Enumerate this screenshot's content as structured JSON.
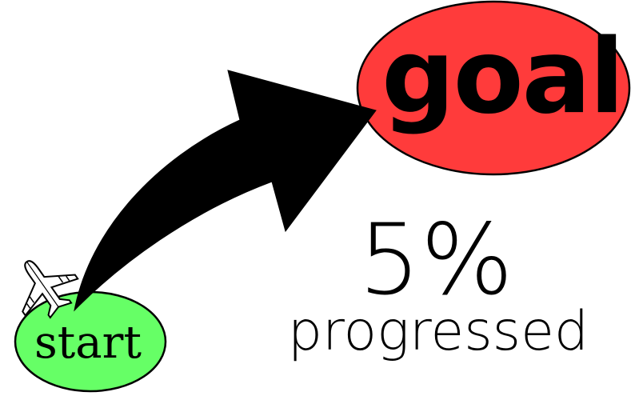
{
  "goal": {
    "label": "goal",
    "fill": "#ff3b3b"
  },
  "start": {
    "label": "start",
    "fill": "#66ff66"
  },
  "progress": {
    "percent_text": "5%",
    "caption": "progressed",
    "value": 0.05
  },
  "arrow": {
    "color": "#000000"
  },
  "icons": {
    "airplane": "airplane-icon"
  }
}
